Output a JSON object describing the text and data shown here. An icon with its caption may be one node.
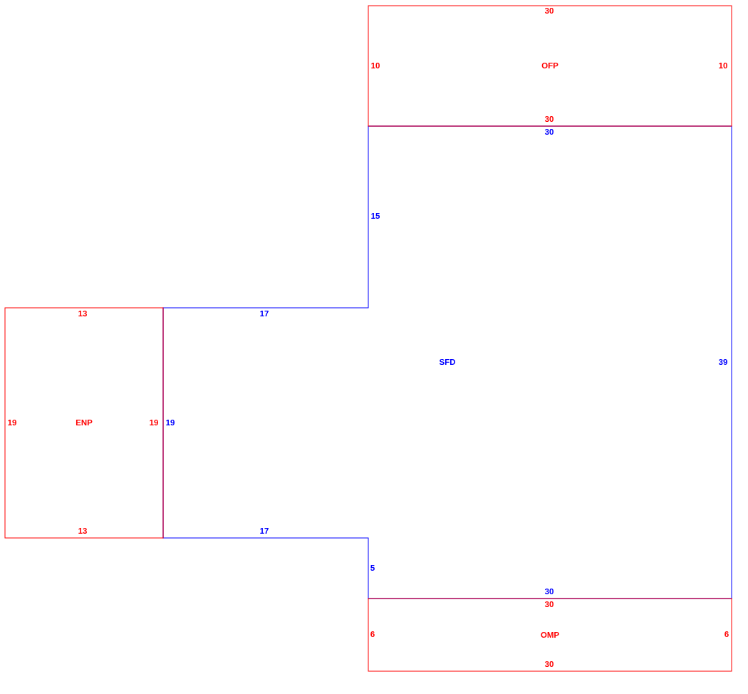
{
  "diagram": {
    "nodes": [
      {
        "text": [
          "OFP"
        ]
      },
      {
        "text": [
          "SFD"
        ]
      },
      {
        "text": [
          "ENP"
        ]
      },
      {
        "text": [
          "OMP"
        ]
      }
    ],
    "labels": [
      "30",
      "10",
      "10",
      "30",
      "30",
      "15",
      "13",
      "17",
      "39",
      "19",
      "19",
      "19",
      "13",
      "17",
      "5",
      "30",
      "30",
      "6",
      "6",
      "30"
    ]
  }
}
